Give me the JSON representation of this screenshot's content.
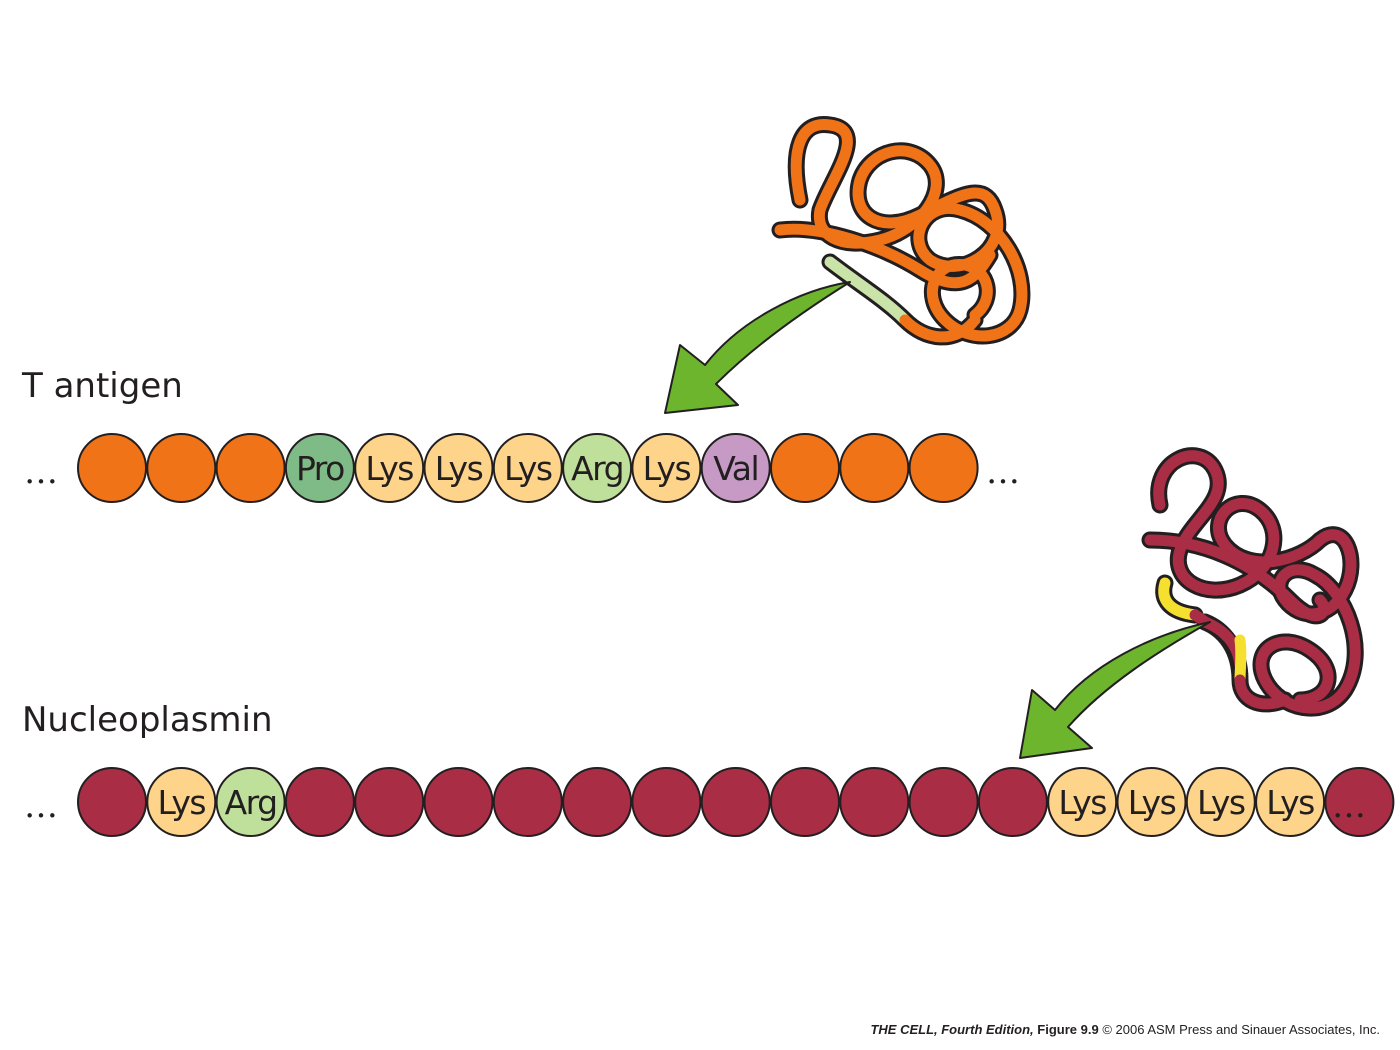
{
  "labels": {
    "t_antigen": "T antigen",
    "nucleoplasmin": "Nucleoplasmin",
    "ellipsis": "…"
  },
  "colors": {
    "orange": "#f07318",
    "crimson": "#a82d45",
    "lys": "#fed48a",
    "arg": "#bfe09a",
    "pro": "#7fbb86",
    "val": "#c69ac5",
    "arrow": "#6cb52d",
    "signal_light_green": "#c9e3a8",
    "signal_yellow": "#f5e030",
    "outline": "#231f20"
  },
  "t_antigen_sequence": [
    "",
    "",
    "",
    "Pro",
    "Lys",
    "Lys",
    "Lys",
    "Arg",
    "Lys",
    "Val",
    "",
    "",
    ""
  ],
  "t_antigen_types": [
    "bg",
    "bg",
    "bg",
    "pro",
    "lys",
    "lys",
    "lys",
    "arg",
    "lys",
    "val",
    "bg",
    "bg",
    "bg"
  ],
  "nucleoplasmin_sequence": [
    "",
    "Lys",
    "Arg",
    "",
    "",
    "",
    "",
    "",
    "",
    "",
    "",
    "",
    "",
    "",
    "Lys",
    "Lys",
    "Lys",
    "Lys",
    ""
  ],
  "nucleoplasmin_types": [
    "bg",
    "lys",
    "arg",
    "bg",
    "bg",
    "bg",
    "bg",
    "bg",
    "bg",
    "bg",
    "bg",
    "bg",
    "bg",
    "bg",
    "lys",
    "lys",
    "lys",
    "lys",
    "bg"
  ],
  "caption": {
    "title": "THE CELL, Fourth Edition,",
    "figure": "Figure 9.9",
    "copyright": "© 2006 ASM Press and Sinauer Associates, Inc."
  }
}
